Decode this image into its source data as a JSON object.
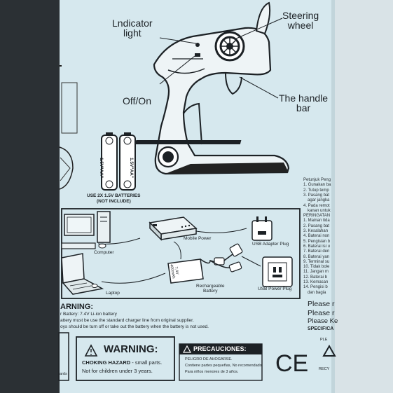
{
  "labels": {
    "indicator_light": "Lndicator\nlight",
    "steering_wheel": "Steering\nwheel",
    "off_on": "Off/On",
    "handle_bar": "The handle\nbar"
  },
  "batteries": {
    "cell_text": "1.5V\"AA\"",
    "note_line1": "USE 2X 1.5V BATTERIES",
    "note_line2": "(NOT INCLUDE)"
  },
  "charging": {
    "computer": "Computer",
    "mobile_power": "Mobile Power",
    "usb_adapter_plug": "USB Adapter Plug",
    "laptop": "Laptop",
    "rechargeable_battery": "Rechargeable\nBattery",
    "usb_power_plug": "USB Power Plug",
    "battery_face": "7.4V\n400mAh"
  },
  "warning_text": {
    "heading": "ARNING:",
    "line1": "r Battery: 7.4V Li-ion battery",
    "line2": "attery must be use the standard charger line from original supplier.",
    "line3": "oys should be turn off or take out the battery when the battery is not used."
  },
  "left_cut": {
    "text": "ards"
  },
  "warning_box": {
    "title": "WARNING:",
    "line1_bold": "CHOKING HAZARD",
    "line1_rest": " - small parts.",
    "line2": "Not for children under 3 years."
  },
  "precauciones": {
    "title": "PRECAUCIONES:",
    "line1": "PELIGRO DE AHOGARSE.",
    "line2": "Contiene partes pequeñas, No recomendado",
    "line3": "Para niños menores de 3 años."
  },
  "ce_mark": "CE",
  "recycle": {
    "top": "PLE",
    "bottom": "RECY"
  },
  "instructions": {
    "heading1": "Petunjuk Peng",
    "items1": [
      "1. Gunakan ba",
      "2. Tutup temp",
      "3. Pasang bat",
      "agar jangka",
      "4. Pada remot",
      "kanan untuk"
    ],
    "heading2": "PERINGATAN",
    "items2": [
      "1. Mainan tida",
      "2. Pasang bat",
      "3. Kesalahan",
      "4. Baterai non",
      "5. Pengisian b",
      "6. Baterai isi u",
      "7. Baterai den",
      "8. Baterai yan",
      "9. Terminal su",
      "10. Tidak bole",
      "11. Jangan m",
      "12. Baterai b",
      "13. Kemasan",
      "14. Pengisi b",
      "dan bagia"
    ]
  },
  "please": {
    "line1": "Please r",
    "line2": "Please r",
    "line3": "Please Ke",
    "line4": "SPECIFICA"
  }
}
